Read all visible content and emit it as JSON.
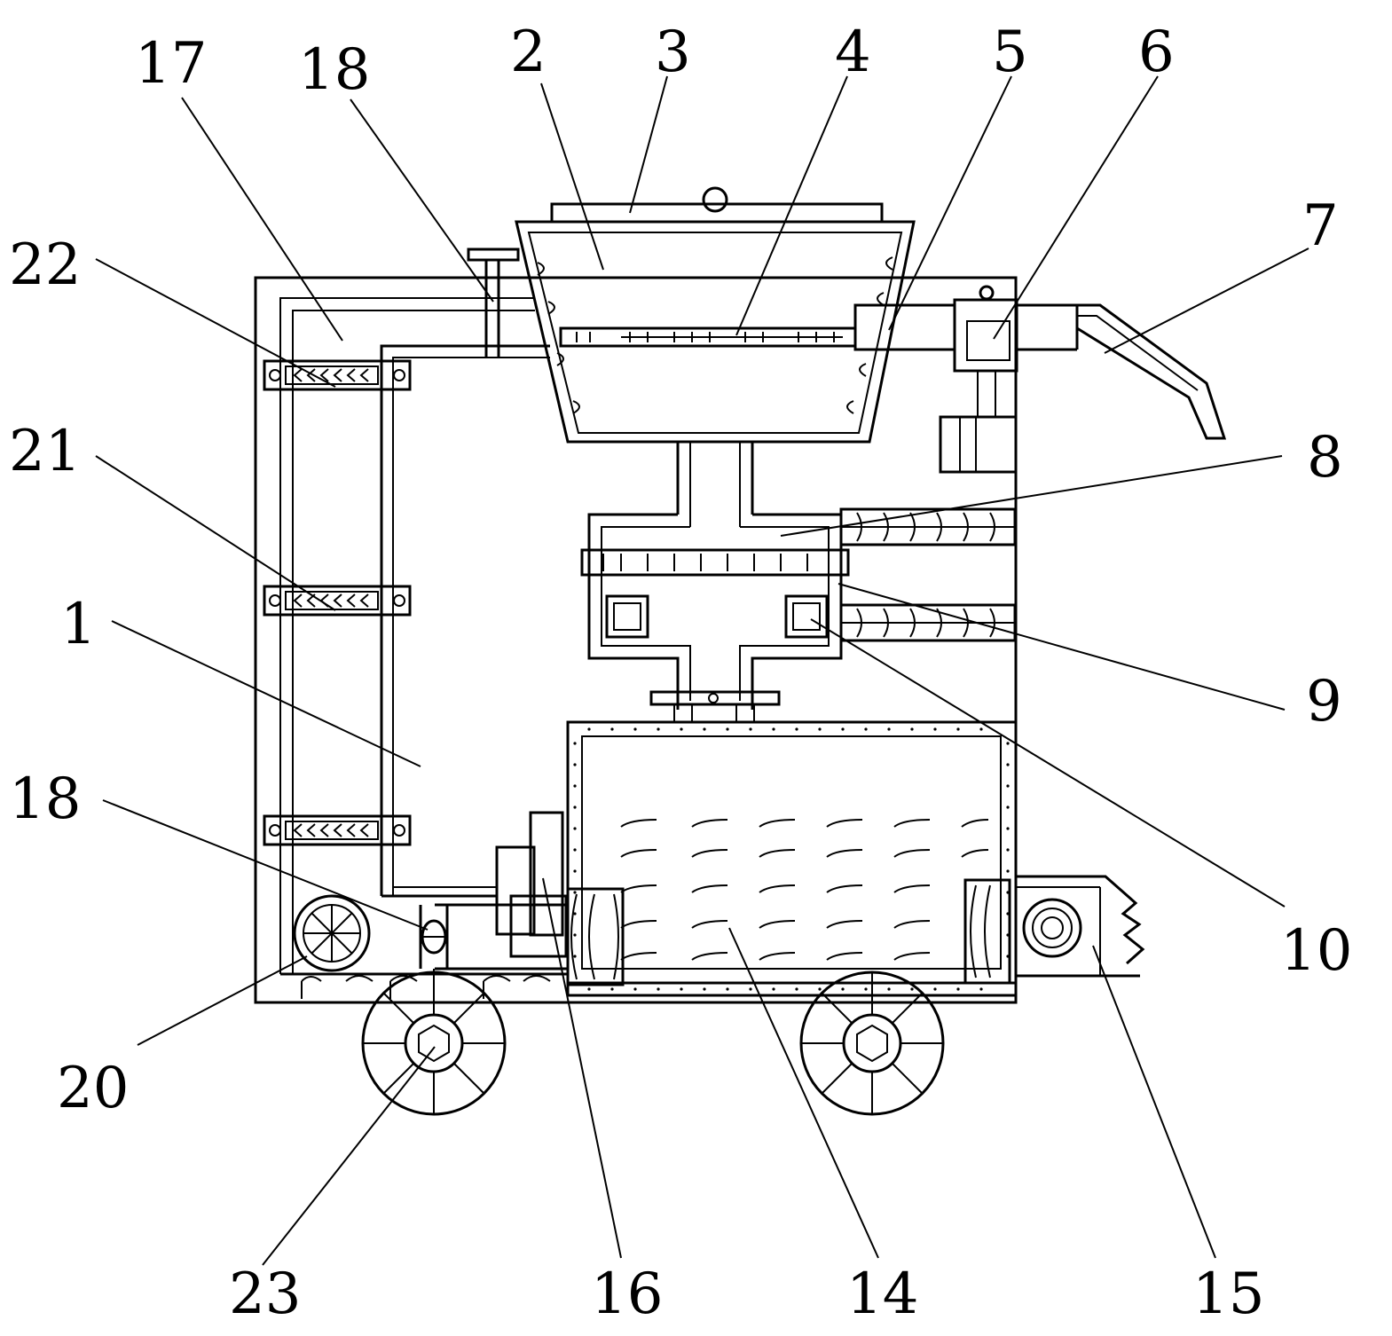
{
  "figure": {
    "callouts": [
      {
        "id": "c17",
        "text": "17"
      },
      {
        "id": "c18a",
        "text": "18"
      },
      {
        "id": "c2",
        "text": "2"
      },
      {
        "id": "c3",
        "text": "3"
      },
      {
        "id": "c4",
        "text": "4"
      },
      {
        "id": "c5",
        "text": "5"
      },
      {
        "id": "c6",
        "text": "6"
      },
      {
        "id": "c7",
        "text": "7"
      },
      {
        "id": "c22",
        "text": "22"
      },
      {
        "id": "c21",
        "text": "21"
      },
      {
        "id": "c8",
        "text": "8"
      },
      {
        "id": "c1",
        "text": "1"
      },
      {
        "id": "c9",
        "text": "9"
      },
      {
        "id": "c18b",
        "text": "18"
      },
      {
        "id": "c10",
        "text": "10"
      },
      {
        "id": "c20",
        "text": "20"
      },
      {
        "id": "c23",
        "text": "23"
      },
      {
        "id": "c16",
        "text": "16"
      },
      {
        "id": "c14",
        "text": "14"
      },
      {
        "id": "c15",
        "text": "15"
      }
    ]
  }
}
